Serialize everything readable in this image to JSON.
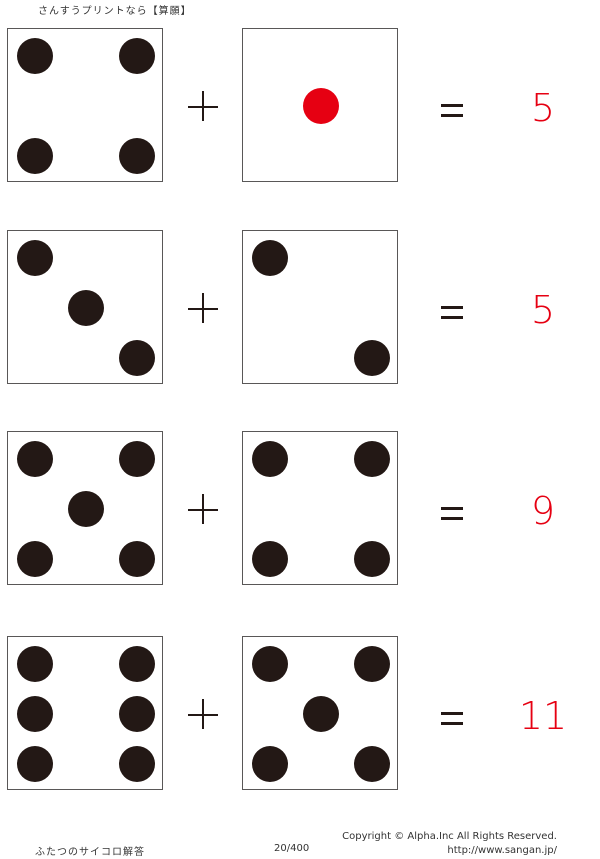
{
  "header": {
    "title": "さんすうプリントなら【算願】"
  },
  "colors": {
    "pip": "#231815",
    "highlight_pip": "#e60012",
    "answer": "#e60012",
    "border": "#595757"
  },
  "problems": [
    {
      "left_die": 4,
      "right_die": 1,
      "operator": "+",
      "equals": "=",
      "answer": "5",
      "right_die_highlight": true
    },
    {
      "left_die": 3,
      "right_die": 2,
      "operator": "+",
      "equals": "=",
      "answer": "5",
      "right_die_highlight": false
    },
    {
      "left_die": 5,
      "right_die": 4,
      "operator": "+",
      "equals": "=",
      "answer": "9",
      "right_die_highlight": false
    },
    {
      "left_die": 6,
      "right_die": 5,
      "operator": "+",
      "equals": "=",
      "answer": "11",
      "right_die_highlight": false
    }
  ],
  "footer": {
    "worksheet_name": "ふたつのサイコロ解答",
    "page": "20/400",
    "copyright": "Copyright ©  Alpha.Inc All Rights Reserved.",
    "url": "http://www.sangan.jp/"
  }
}
